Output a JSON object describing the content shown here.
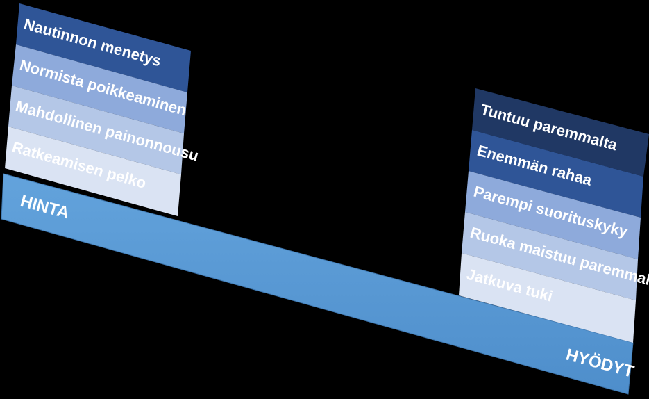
{
  "beam": {
    "left_label": "HINTA",
    "right_label": "HYÖDYT",
    "color": "#5b9bd5"
  },
  "left_stack": [
    {
      "label": "Nautinnon menetys",
      "color": "#2f5597"
    },
    {
      "label": "Normista poikkeaminen",
      "color": "#8eaadb"
    },
    {
      "label": "Mahdollinen painonnousu",
      "color": "#b4c7e7"
    },
    {
      "label": "Ratkeamisen pelko",
      "color": "#dae3f3"
    }
  ],
  "right_stack": [
    {
      "label": "Tuntuu paremmalta",
      "color": "#203864"
    },
    {
      "label": "Enemmän rahaa",
      "color": "#2f5597"
    },
    {
      "label": "Parempi suorituskyky",
      "color": "#8eaadb"
    },
    {
      "label": "Ruoka maistuu paremmalta",
      "color": "#b4c7e7"
    },
    {
      "label": "Jatkuva tuki",
      "color": "#dae3f3"
    }
  ]
}
